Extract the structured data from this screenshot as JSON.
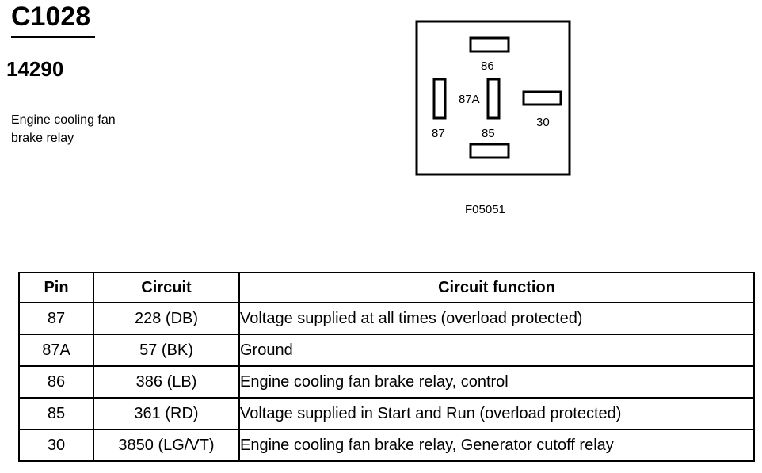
{
  "header": {
    "connector_id": "C1028",
    "part_number": "14290",
    "description_line1": "Engine cooling fan",
    "description_line2": "brake relay"
  },
  "diagram": {
    "labels": {
      "pin86": "86",
      "pin87A": "87A",
      "pin30": "30",
      "pin87": "87",
      "pin85": "85"
    },
    "figure_id": "F05051"
  },
  "table": {
    "headers": [
      "Pin",
      "Circuit",
      "Circuit function"
    ],
    "rows": [
      {
        "pin": "87",
        "circuit": "228 (DB)",
        "function": "Voltage supplied at all times (overload protected)"
      },
      {
        "pin": "87A",
        "circuit": "57 (BK)",
        "function": "Ground"
      },
      {
        "pin": "86",
        "circuit": "386 (LB)",
        "function": "Engine cooling fan brake relay, control"
      },
      {
        "pin": "85",
        "circuit": "361 (RD)",
        "function": "Voltage supplied in Start and Run (overload protected)"
      },
      {
        "pin": "30",
        "circuit": "3850 (LG/VT)",
        "function": "Engine cooling fan brake relay, Generator cutoff relay"
      }
    ]
  }
}
